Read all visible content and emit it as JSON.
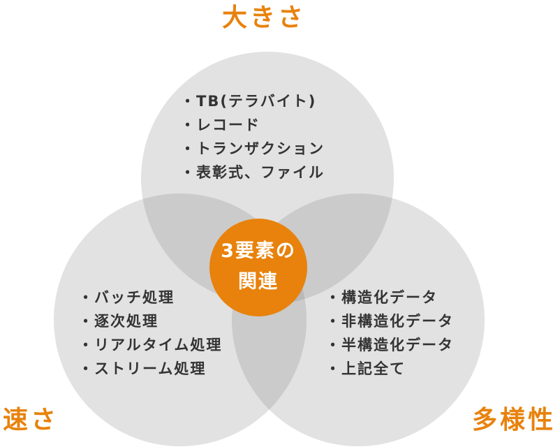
{
  "labels": {
    "size": "大きさ",
    "speed": "速さ",
    "variety": "多様性"
  },
  "center": {
    "line1": "3要素の",
    "line2": "関連"
  },
  "lists": {
    "size": [
      "・TB(テラバイト)",
      "・レコード",
      "・トランザクション",
      "・表彰式、ファイル"
    ],
    "speed": [
      "・バッチ処理",
      "・逐次処理",
      "・リアルタイム処理",
      "・ストリーム処理"
    ],
    "variety": [
      "・構造化データ",
      "・非構造化データ",
      "・半構造化データ",
      "・上記全て"
    ]
  },
  "colors": {
    "accent": "#e8820c",
    "circle": "#d9d9d9",
    "text": "#333333"
  }
}
